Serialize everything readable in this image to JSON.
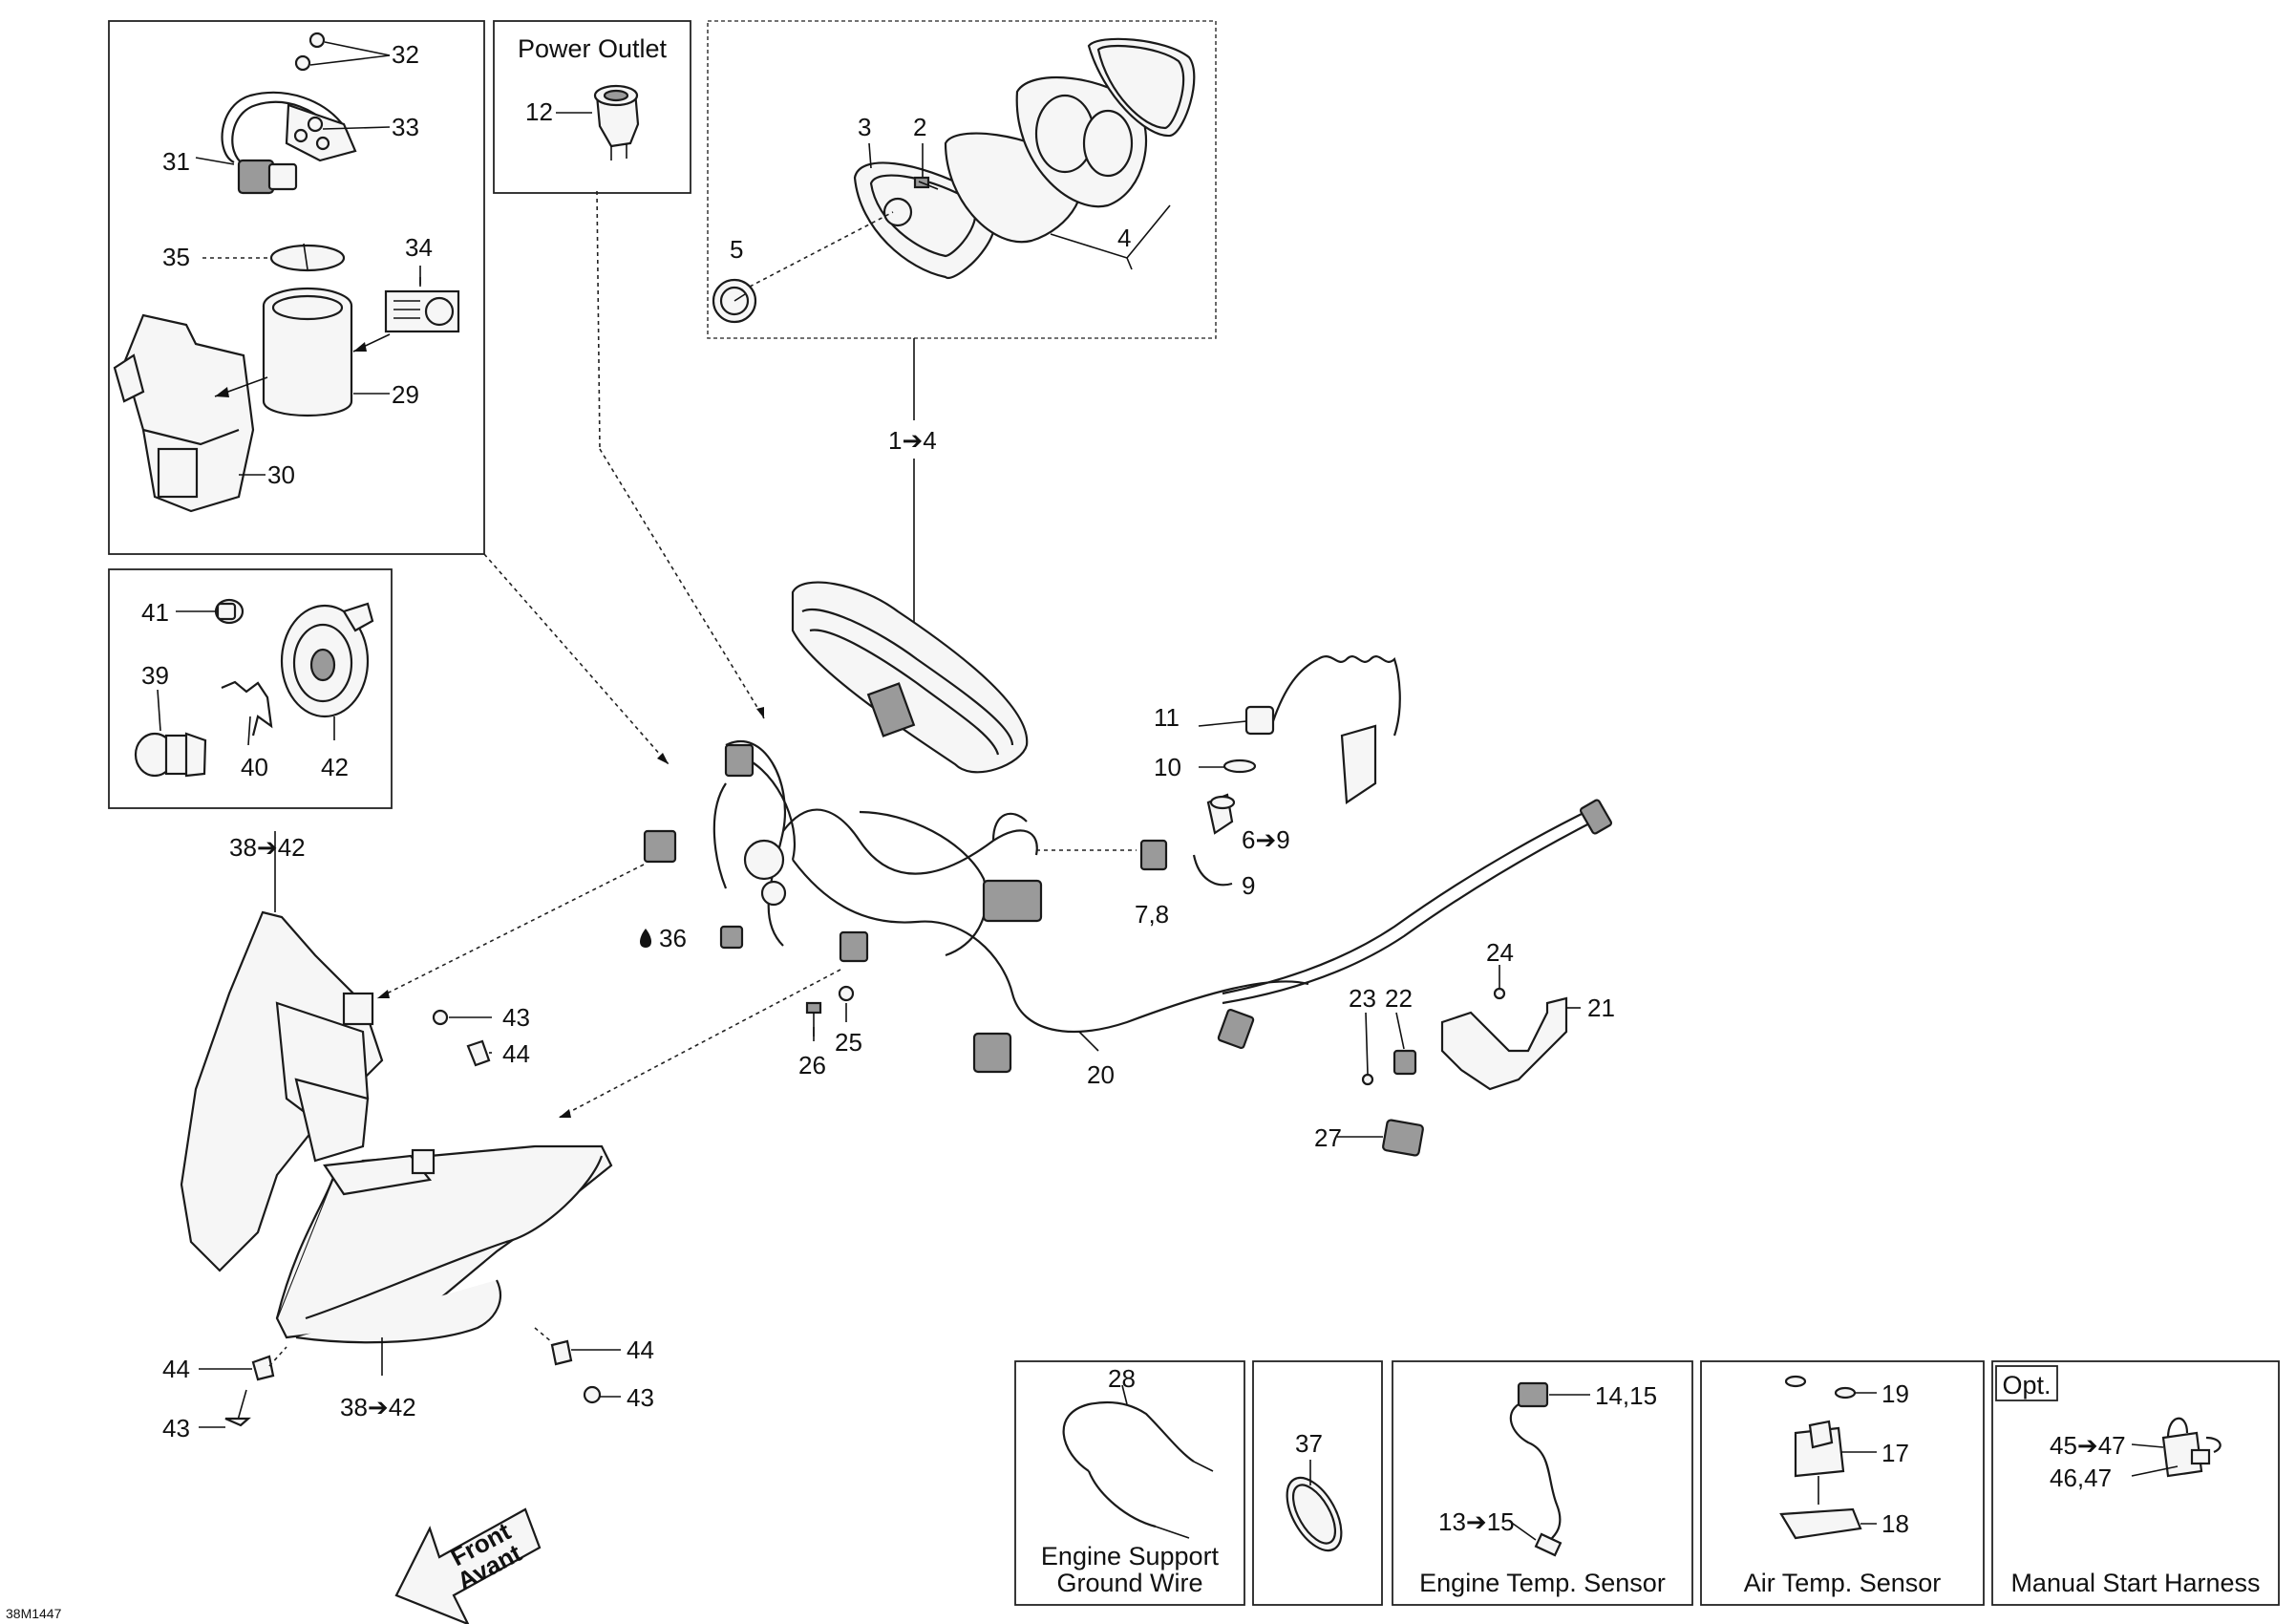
{
  "doc_code": "38M1447",
  "groups": {
    "power_outlet": "Power Outlet",
    "engine_support_ground_wire": [
      "Engine Support",
      "Ground Wire"
    ],
    "engine_temp_sensor": "Engine Temp. Sensor",
    "air_temp_sensor": "Air Temp. Sensor",
    "manual_start_harness": "Manual Start Harness",
    "optional_badge": "Opt."
  },
  "callouts": {
    "c1_4": "1➔4",
    "c2": "2",
    "c3": "3",
    "c4": "4",
    "c5": "5",
    "c6_9": "6➔9",
    "c7_8": "7,8",
    "c9": "9",
    "c10": "10",
    "c11": "11",
    "c12": "12",
    "c13_15": "13➔15",
    "c14_15": "14,15",
    "c17": "17",
    "c18": "18",
    "c19": "19",
    "c20": "20",
    "c21": "21",
    "c22": "22",
    "c23": "23",
    "c24": "24",
    "c25": "25",
    "c26": "26",
    "c27": "27",
    "c28": "28",
    "c29": "29",
    "c30": "30",
    "c31": "31",
    "c32": "32",
    "c33": "33",
    "c34": "34",
    "c35": "35",
    "c36": "36",
    "c37": "37",
    "c38_42_a": "38➔42",
    "c38_42_b": "38➔42",
    "c39": "39",
    "c40": "40",
    "c41": "41",
    "c42": "42",
    "c43_a": "43",
    "c43_b": "43",
    "c43_c": "43",
    "c44_a": "44",
    "c44_b": "44",
    "c44_c": "44",
    "c45_47": "45➔47",
    "c46_47": "46,47"
  },
  "front_arrow": {
    "line1": "Front",
    "line2": "Avant"
  }
}
